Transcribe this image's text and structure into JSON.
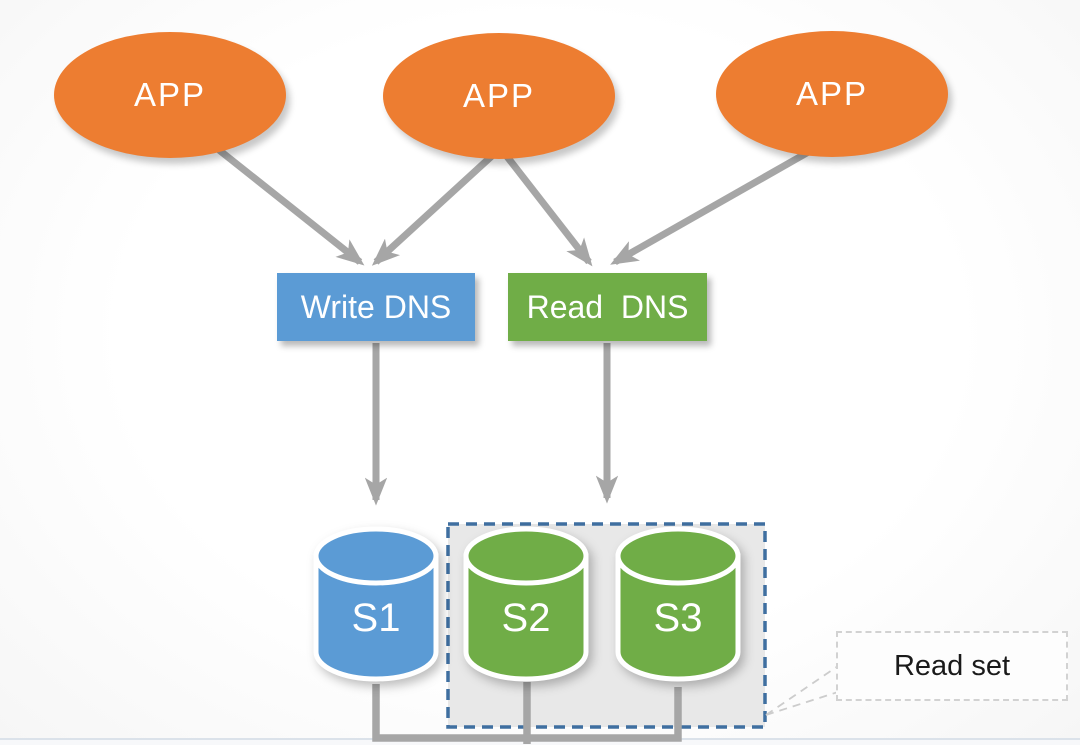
{
  "diagram": {
    "nodes": {
      "apps": [
        {
          "id": "app-1",
          "label": "APP"
        },
        {
          "id": "app-2",
          "label": "APP"
        },
        {
          "id": "app-3",
          "label": "APP"
        }
      ],
      "write_dns": {
        "label": "Write DNS"
      },
      "read_dns": {
        "label": "Read  DNS"
      },
      "databases": [
        {
          "id": "s1",
          "label": "S1",
          "role": "write-target"
        },
        {
          "id": "s2",
          "label": "S2",
          "role": "read-replica"
        },
        {
          "id": "s3",
          "label": "S3",
          "role": "read-replica"
        }
      ],
      "read_set_callout": {
        "label": "Read set"
      }
    },
    "edges": [
      {
        "from": "app-1",
        "to": "write-dns",
        "style": "arrow"
      },
      {
        "from": "app-2",
        "to": "write-dns",
        "style": "arrow"
      },
      {
        "from": "app-2",
        "to": "read-dns",
        "style": "arrow"
      },
      {
        "from": "app-3",
        "to": "read-dns",
        "style": "arrow"
      },
      {
        "from": "write-dns",
        "to": "s1",
        "style": "arrow"
      },
      {
        "from": "read-dns",
        "to": "read-set-group",
        "style": "arrow"
      },
      {
        "from": "s1",
        "to": "s2",
        "style": "bus-link"
      },
      {
        "from": "s2",
        "to": "s3",
        "style": "bus-link"
      },
      {
        "from": "read-set-group",
        "to": "read-set-callout",
        "style": "dashed-leader"
      }
    ],
    "colors": {
      "app_fill": "#ED7D31",
      "write_dns_fill": "#5B9BD5",
      "read_dns_fill": "#70AD47",
      "s1_fill": "#5B9BD5",
      "replica_fill": "#70AD47",
      "connector_gray": "#A6A6A6",
      "read_set_border": "#3F6FA0",
      "read_set_fill": "#E8E8E8",
      "callout_border": "#D2D2D2",
      "callout_text": "#1A1A1A",
      "node_text": "#FFFFFF"
    }
  }
}
